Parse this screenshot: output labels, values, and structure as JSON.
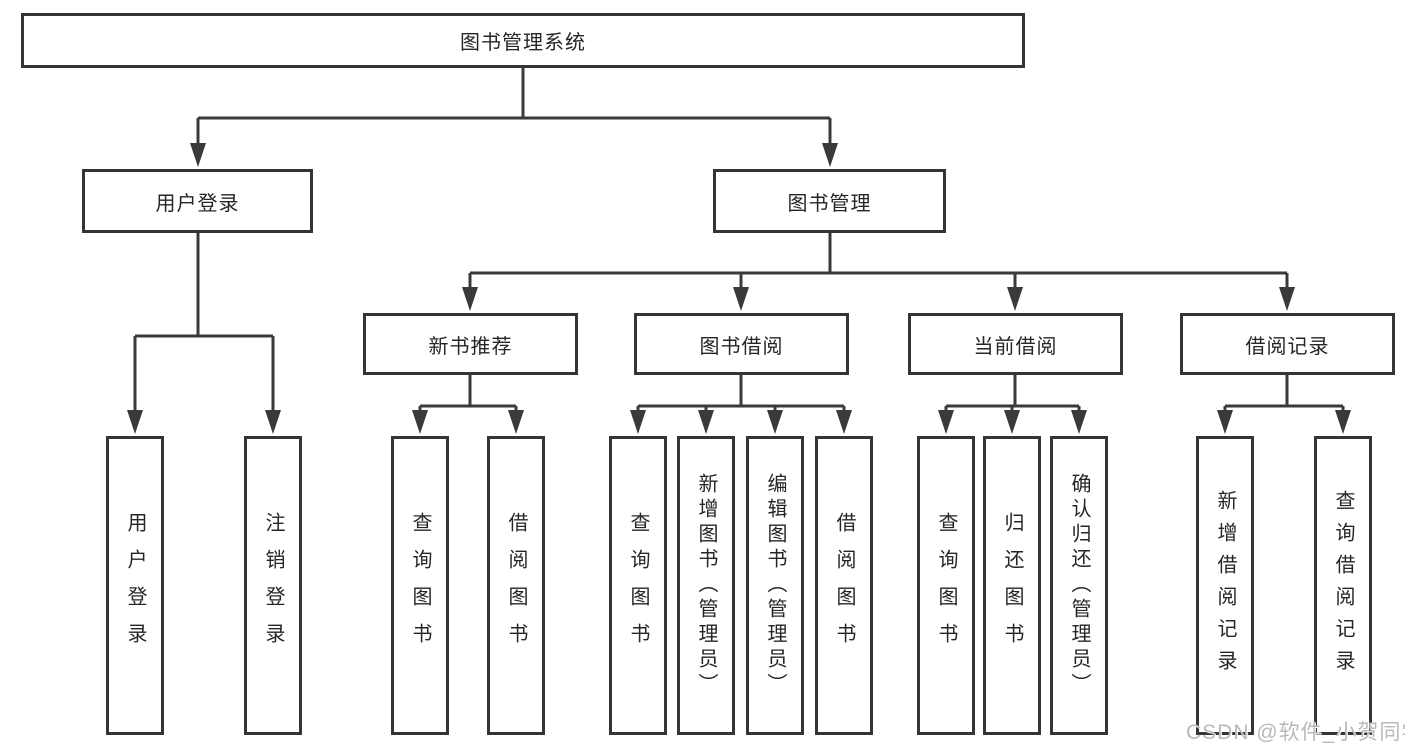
{
  "tree": {
    "title": "图书管理系统",
    "branches": [
      {
        "label": "用户登录",
        "leaves": [
          "用户登录",
          "注销登录"
        ]
      },
      {
        "label": "图书管理",
        "groups": [
          {
            "label": "新书推荐",
            "leaves": [
              "查询图书",
              "借阅图书"
            ]
          },
          {
            "label": "图书借阅",
            "leaves": [
              "查询图书",
              "新增图书（管理员）",
              "编辑图书（管理员）",
              "借阅图书"
            ]
          },
          {
            "label": "当前借阅",
            "leaves": [
              "查询图书",
              "归还图书",
              "确认归还（管理员）"
            ]
          },
          {
            "label": "借阅记录",
            "leaves": [
              "新增借阅记录",
              "查询借阅记录"
            ]
          }
        ]
      }
    ]
  },
  "watermark": "CSDN @软件_小贺同学",
  "colors": {
    "line": "#3a3a3a",
    "box_border": "#353535",
    "text": "#262626",
    "watermark": "#b9b9b9",
    "background": "#ffffff"
  }
}
